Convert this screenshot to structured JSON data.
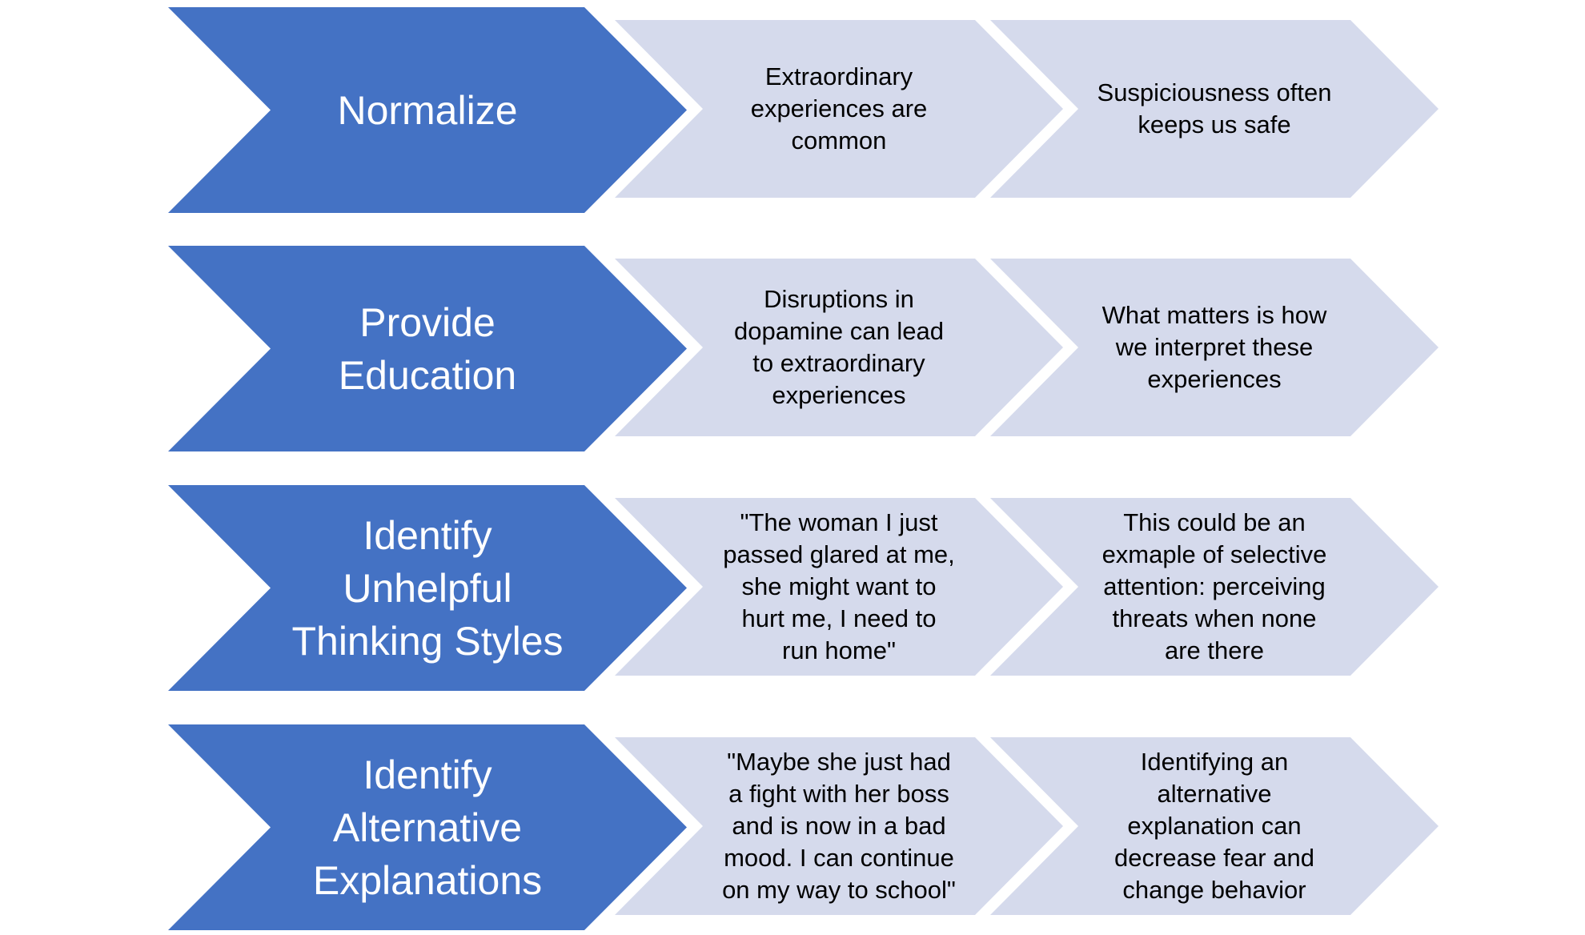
{
  "colors": {
    "primary_fill": "#4472c4",
    "secondary_fill": "#d5daec",
    "primary_text": "#ffffff",
    "secondary_text": "#000000"
  },
  "rows": [
    {
      "step": "Normalize",
      "details": [
        "Extraordinary\nexperiences are\ncommon",
        "Suspiciousness often\nkeeps us safe"
      ]
    },
    {
      "step": "Provide\nEducation",
      "details": [
        "Disruptions in\ndopamine can lead\nto extraordinary\nexperiences",
        "What matters is how\nwe interpret these\nexperiences"
      ]
    },
    {
      "step": "Identify\nUnhelpful\nThinking Styles",
      "details": [
        "\"The woman I just\npassed glared at me,\nshe might want to\nhurt me, I need to\nrun home\"",
        "This could be an\nexmaple of selective\nattention: perceiving\nthreats when none\nare there"
      ]
    },
    {
      "step": "Identify\nAlternative\nExplanations",
      "details": [
        "\"Maybe she just had\na fight with her boss\nand is now in a bad\nmood. I can continue\non my way to school\"",
        "Identifying an\nalternative\nexplanation can\ndecrease fear and\nchange behavior"
      ]
    }
  ]
}
